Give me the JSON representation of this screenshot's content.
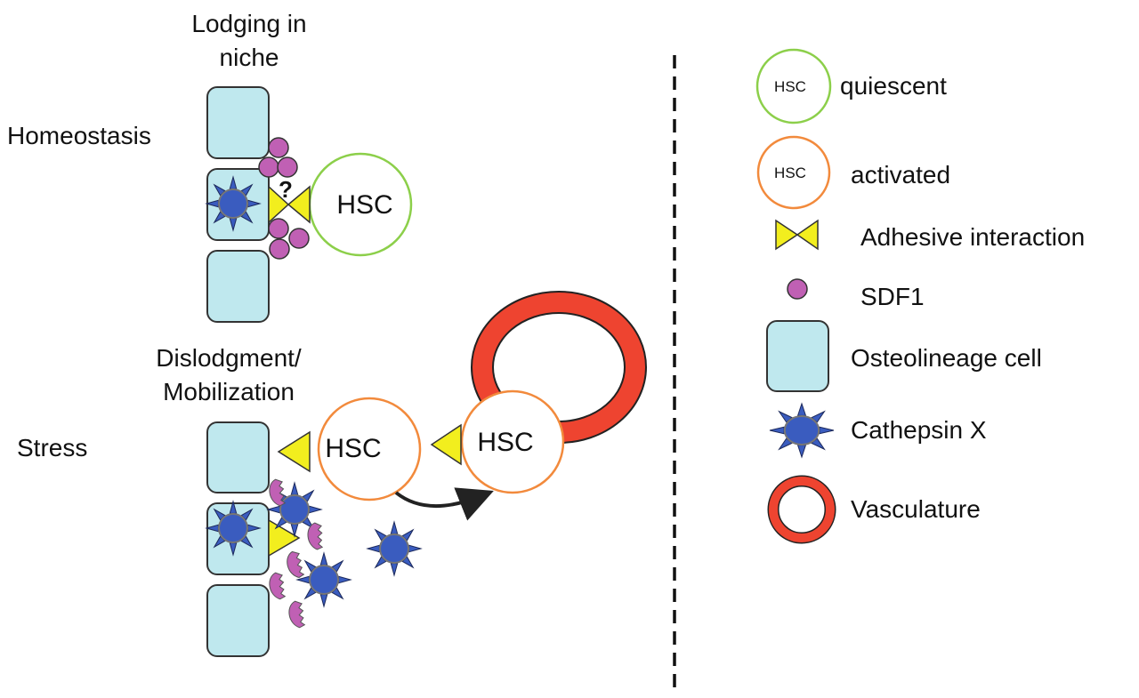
{
  "colors": {
    "cell_fill": "#bfe8ee",
    "cell_stroke": "#333333",
    "quiescent_stroke": "#8ccf4a",
    "activated_stroke": "#f28a3c",
    "adhesion_fill": "#f2ee1e",
    "sdf1_fill": "#c060b4",
    "cathepsin_fill": "#3a5cbf",
    "vessel_fill": "#ee4430",
    "arrow": "#222222",
    "divider": "#111111"
  },
  "panels": {
    "homeostasis": {
      "row_label": "Homeostasis",
      "heading_line1": "Lodging in",
      "heading_line2": "niche",
      "hsc_label": "HSC",
      "question_mark": "?"
    },
    "stress": {
      "row_label": "Stress",
      "heading_line1": "Dislodgment/",
      "heading_line2": "Mobilization",
      "hsc_label_1": "HSC",
      "hsc_label_2": "HSC"
    }
  },
  "legend": {
    "items": [
      {
        "key": "quiescent",
        "symbol_text": "HSC",
        "label": "quiescent"
      },
      {
        "key": "activated",
        "symbol_text": "HSC",
        "label": "activated"
      },
      {
        "key": "adhesive",
        "label": "Adhesive interaction"
      },
      {
        "key": "sdf1",
        "label": "SDF1"
      },
      {
        "key": "osteo",
        "label": "Osteolineage cell"
      },
      {
        "key": "cathepsin",
        "label": "Cathepsin X"
      },
      {
        "key": "vasculature",
        "label": "Vasculature"
      }
    ]
  }
}
